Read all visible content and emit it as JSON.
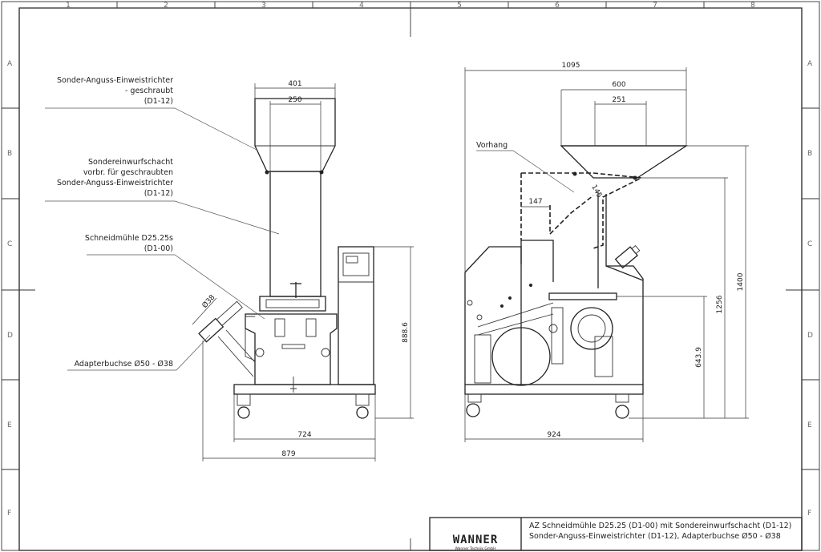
{
  "grid": {
    "cols": [
      "1",
      "2",
      "3",
      "4",
      "5",
      "6",
      "7",
      "8"
    ],
    "rows": [
      "A",
      "B",
      "C",
      "D",
      "E",
      "F"
    ]
  },
  "labels": {
    "hopper": [
      "Sonder-Anguss-Einweistrichter",
      "- geschraubt",
      "(D1-12)"
    ],
    "chute": [
      "Sondereinwurfschacht",
      "vorbr. für geschraubten",
      "Sonder-Anguss-Einweistrichter",
      "(D1-12)"
    ],
    "mill": [
      "Schneidmühle D25.25s",
      "(D1-00)"
    ],
    "adapter": "Adapterbuchse Ø50 - Ø38",
    "curtain": "Vorhang"
  },
  "dimensions": {
    "left": {
      "top_outer": "401",
      "top_inner": "250",
      "diameter": "Ø38",
      "height": "888.6",
      "base": "724",
      "overall": "879"
    },
    "right": {
      "top_total": "1095",
      "top_outer": "600",
      "top_inner": "251",
      "chute_width": "147",
      "angle_dim": "145",
      "h_1400": "1400",
      "h_1256": "1256",
      "h_643": "643.9",
      "base": "924"
    }
  },
  "title_block": {
    "logo": "WANNER",
    "logo_sub": "Wanner Technik GmbH",
    "line1": "AZ Schneidmühle D25.25 (D1-00) mit Sondereinwurfschacht (D1-12)",
    "line2": "Sonder-Anguss-Einweistrichter (D1-12), Adapterbuchse Ø50 - Ø38"
  }
}
